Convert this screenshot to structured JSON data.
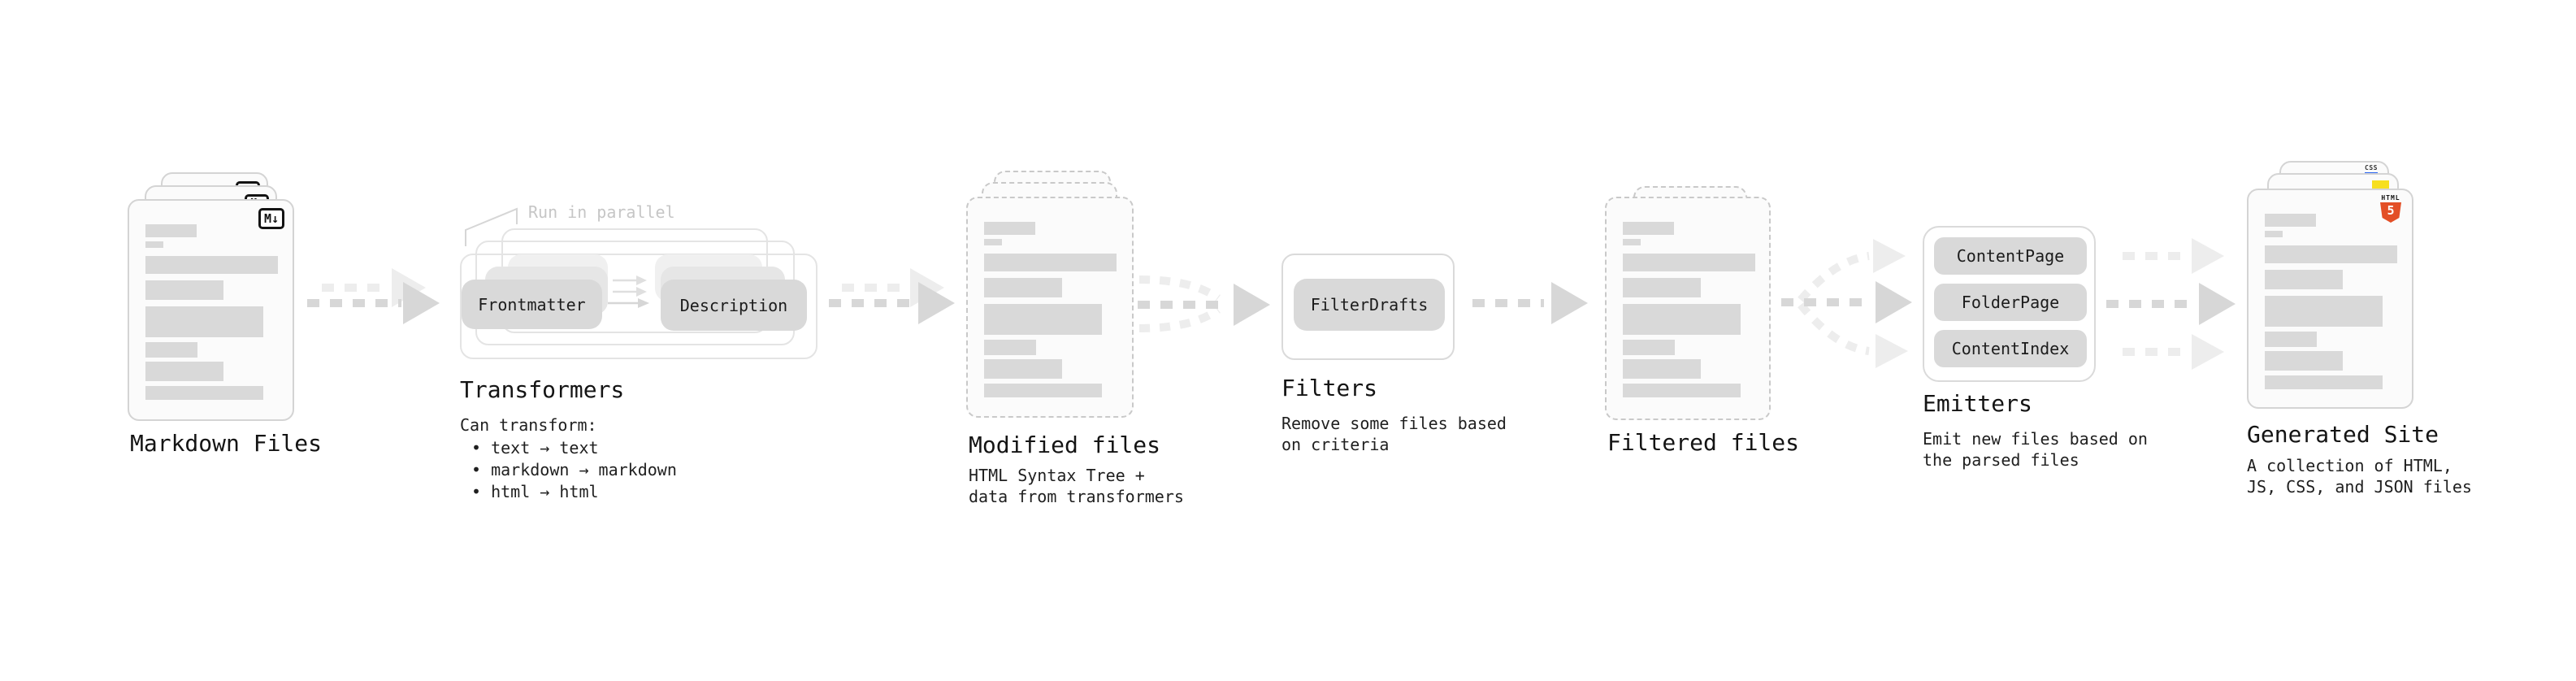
{
  "markdown_files": {
    "label": "Markdown Files",
    "badge": "M↓"
  },
  "transformers": {
    "annotation": "Run in parallel",
    "pill_left": "Frontmatter",
    "pill_right": "Description",
    "title": "Transformers",
    "subtitle": "Can transform:",
    "bullets": [
      "text → text",
      "markdown → markdown",
      "html → html"
    ]
  },
  "modified_files": {
    "label": "Modified files",
    "desc_line1": "HTML Syntax Tree +",
    "desc_line2": "data from transformers"
  },
  "filters": {
    "pill": "FilterDrafts",
    "title": "Filters",
    "desc_line1": "Remove some files based",
    "desc_line2": "on criteria"
  },
  "filtered_files": {
    "label": "Filtered files"
  },
  "emitters": {
    "pills": [
      "ContentPage",
      "FolderPage",
      "ContentIndex"
    ],
    "title": "Emitters",
    "desc_line1": "Emit new files based on",
    "desc_line2": "the parsed files"
  },
  "generated_site": {
    "label": "Generated Site",
    "desc_line1": "A collection of HTML,",
    "desc_line2": "JS, CSS, and JSON files",
    "css_badge": "CSS",
    "html_badge_label": "HTML",
    "html_badge_number": "5"
  },
  "colors": {
    "accent_html5": "#e34f26",
    "accent_js": "#f7df1e",
    "accent_css": "#2965f1",
    "arrow_dark": "#d7d7d7",
    "arrow_light": "#ededed",
    "pill_bg": "#d9d9d9",
    "skeleton": "#d9d9d9"
  }
}
